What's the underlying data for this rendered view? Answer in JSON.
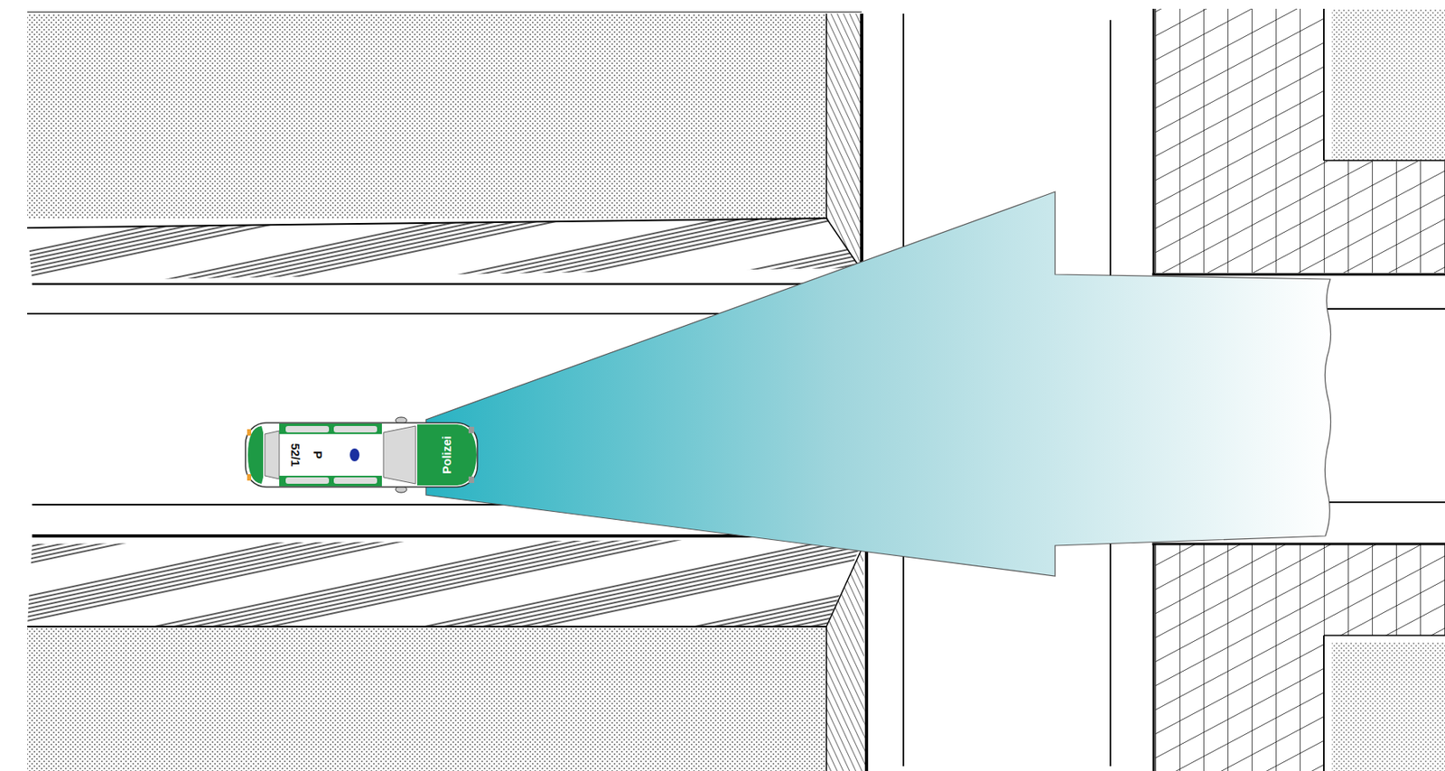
{
  "diagram": {
    "nodes": [
      {
        "text": [
          "Polizei",
          "P",
          "52/1"
        ]
      }
    ]
  }
}
